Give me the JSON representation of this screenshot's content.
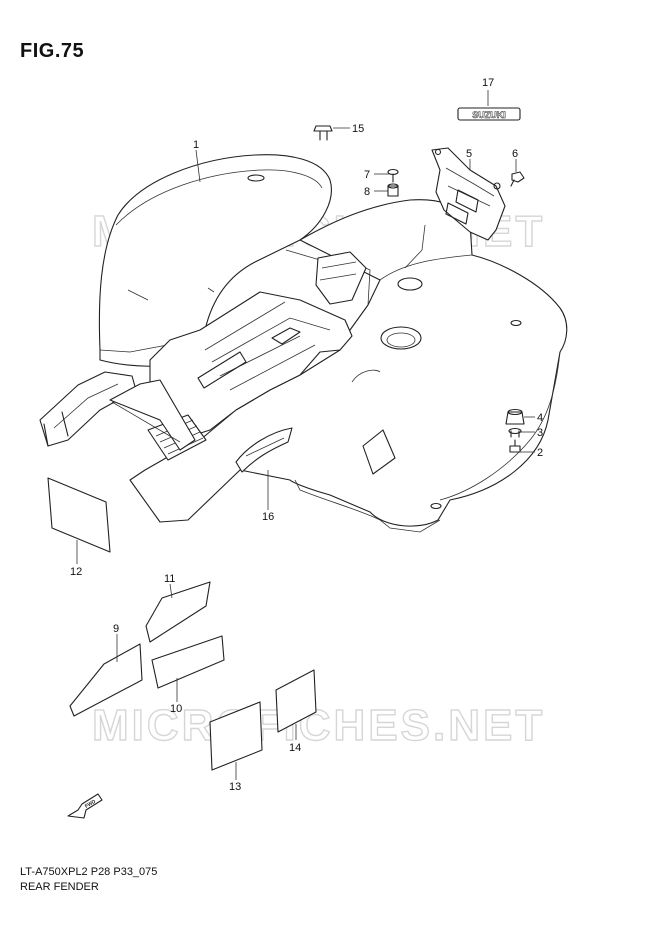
{
  "figure": {
    "title": "FIG.75",
    "code": "LT-A750XPL2 P28 P33_075",
    "name": "REAR FENDER"
  },
  "watermark": "MICROFICHES.NET",
  "emblem_text": "SUZUKI",
  "fwd_text": "FWD",
  "parts": [
    {
      "number": "1"
    },
    {
      "number": "2"
    },
    {
      "number": "3"
    },
    {
      "number": "4"
    },
    {
      "number": "5"
    },
    {
      "number": "6"
    },
    {
      "number": "7"
    },
    {
      "number": "8"
    },
    {
      "number": "9"
    },
    {
      "number": "10"
    },
    {
      "number": "11"
    },
    {
      "number": "12"
    },
    {
      "number": "13"
    },
    {
      "number": "14"
    },
    {
      "number": "15"
    },
    {
      "number": "16"
    },
    {
      "number": "17"
    }
  ]
}
